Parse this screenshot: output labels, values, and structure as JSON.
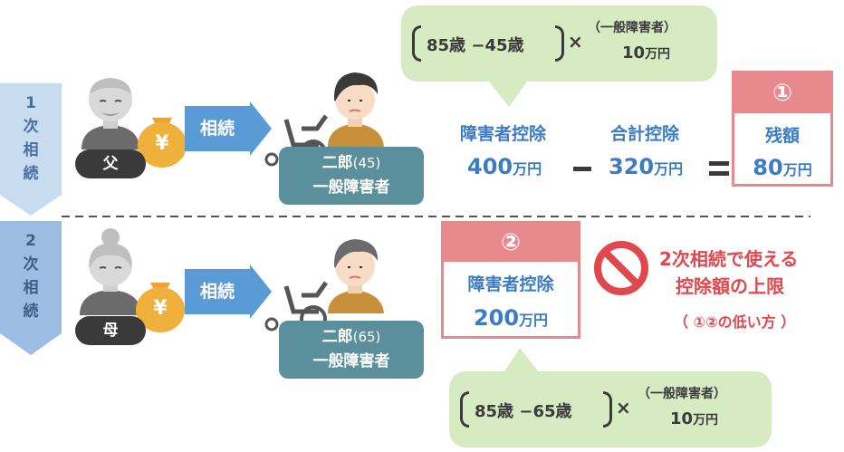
{
  "stages": [
    {
      "label": "1次相続",
      "chars": [
        "1",
        "次",
        "相",
        "続"
      ]
    },
    {
      "label": "2次相続",
      "chars": [
        "2",
        "次",
        "相",
        "続"
      ]
    }
  ],
  "father": {
    "label": "父"
  },
  "mother": {
    "label": "母"
  },
  "yen_symbol": "¥",
  "inherit_label": "相続",
  "heir1": {
    "name": "二郎",
    "age": "(45)",
    "type": "一般障害者"
  },
  "heir2": {
    "name": "二郎",
    "age": "(65)",
    "type": "一般障害者"
  },
  "formula1": {
    "a": "85歳",
    "minus": "−",
    "b": "45歳",
    "times": "×",
    "note": "（一般障害者）",
    "amount": "10",
    "unit": "万円"
  },
  "formula2": {
    "a": "85歳",
    "minus": "−",
    "b": "65歳",
    "times": "×",
    "note": "（一般障害者）",
    "amount": "10",
    "unit": "万円"
  },
  "row1": {
    "deduction_label": "障害者控除",
    "deduction_value": "400",
    "unit": "万円",
    "total_label": "合計控除",
    "total_value": "320",
    "balance_num": "①",
    "balance_label": "残額",
    "balance_value": "80"
  },
  "row2": {
    "num": "②",
    "label": "障害者控除",
    "value": "200",
    "unit": "万円"
  },
  "limit": {
    "line1": "2次相続で使える",
    "line2": "控除額の上限",
    "note": "（ ①②の低い方 ）"
  },
  "colors": {
    "blue": "#3b7cc4",
    "red": "#e0484d",
    "pink": "#e8898d",
    "green_bubble": "#d6ebc2",
    "teal": "#5b8f9c",
    "stage": "#a9c6e6"
  }
}
